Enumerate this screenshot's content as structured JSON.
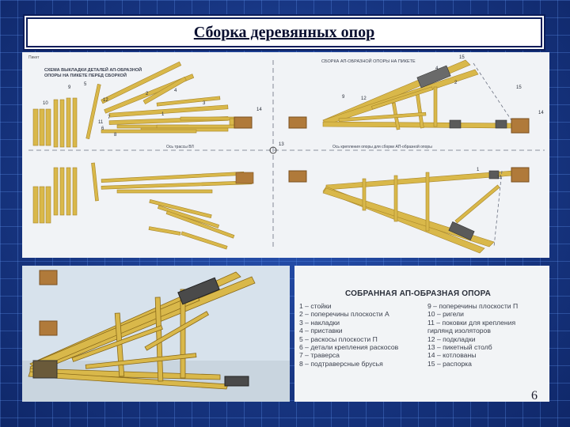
{
  "slide": {
    "title": "Сборка деревянных опор",
    "page_number": "6"
  },
  "top_panel": {
    "caption_left": "СХЕМА ВЫКЛАДКИ ДЕТАЛЕЙ АП-ОБРАЗНОЙ ОПОРЫ НА ПИКЕТЕ ПЕРЕД СБОРКОЙ",
    "caption_right": "СБОРКА АП-ОБРАЗНОЙ ОПОРЫ НА ПИКЕТЕ",
    "axis_left": "Ось трассы ВЛ",
    "axis_right": "Ось крепления опоры для сборки АП-образной опоры",
    "corner_note": "Пикет",
    "labels": [
      "10",
      "5",
      "9",
      "12",
      "2",
      "4",
      "3",
      "1",
      "11",
      "7",
      "6",
      "8",
      "14",
      "13",
      "9",
      "12",
      "15",
      "14",
      "15",
      "2",
      "4",
      "1",
      "11"
    ]
  },
  "legend": {
    "title": "СОБРАННАЯ АП-ОБРАЗНАЯ ОПОРА",
    "items_left": [
      "1 – стойки",
      "2 – поперечины плоскости А",
      "3 – накладки",
      "4 – приставки",
      "5 – раскосы плоскости П",
      "6 – детали крепления раскосов",
      "7 – траверса",
      "8 – подтраверсные брусья"
    ],
    "items_right": [
      "9 – поперечины плоскости П",
      "10 – ригели",
      "11 – поковки для крепления",
      "     гирлянд изоляторов",
      "12 – подкладки",
      "13 – пикетный столб",
      "14 – котлованы",
      "15 – распорка"
    ]
  },
  "colors": {
    "background": "#1a3a8a",
    "timber": "#d9b84a",
    "timber_dark": "#a8862a",
    "pit": "#b07a3a"
  }
}
